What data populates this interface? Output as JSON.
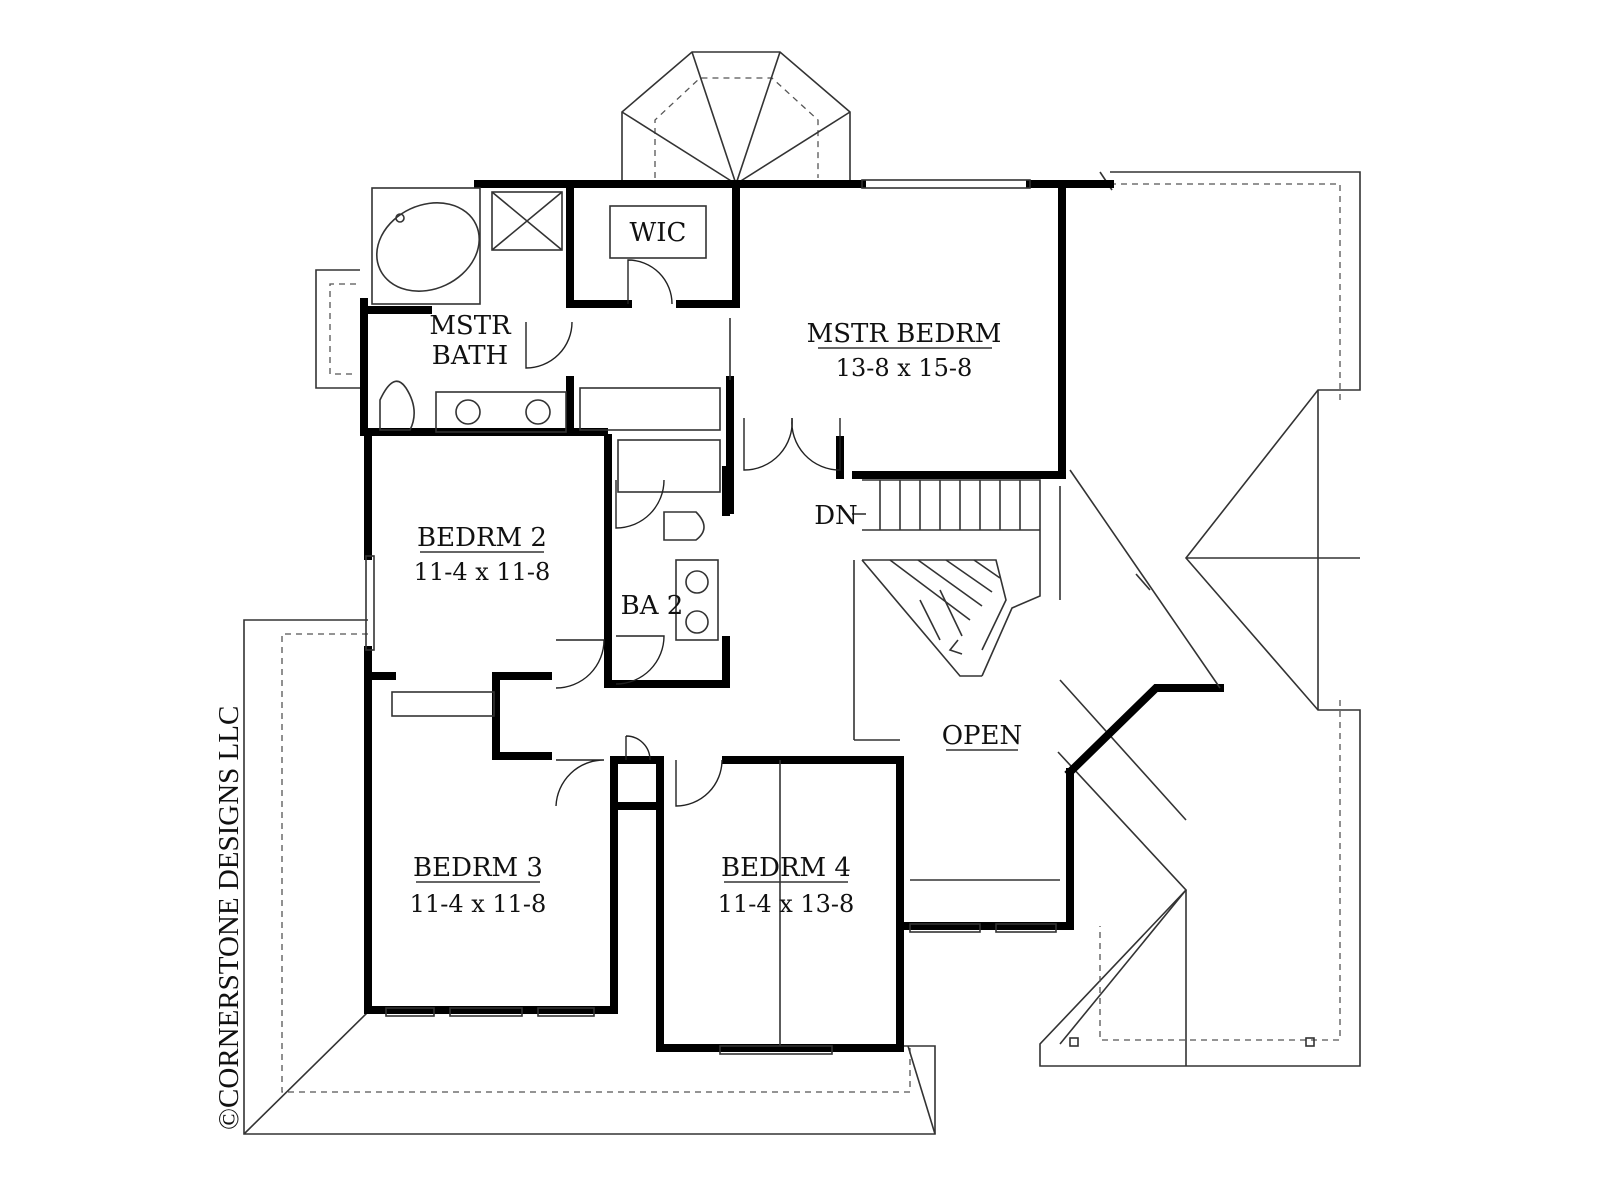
{
  "plan": {
    "rooms": {
      "wic": {
        "name": "WIC"
      },
      "mstr_bath": {
        "name_line1": "MSTR",
        "name_line2": "BATH"
      },
      "mstr_bedrm": {
        "name": "MSTR BEDRM",
        "size": "13-8 x 15-8"
      },
      "bedrm2": {
        "name": "BEDRM 2",
        "size": "11-4 x 11-8"
      },
      "ba2": {
        "name": "BA 2"
      },
      "bedrm3": {
        "name": "BEDRM 3",
        "size": "11-4 x 11-8"
      },
      "bedrm4": {
        "name": "BEDRM 4",
        "size": "11-4 x 13-8"
      },
      "open": {
        "name": "OPEN"
      }
    },
    "stair_label": "DN",
    "copyright": "©CORNERSTONE DESIGNS LLC"
  }
}
